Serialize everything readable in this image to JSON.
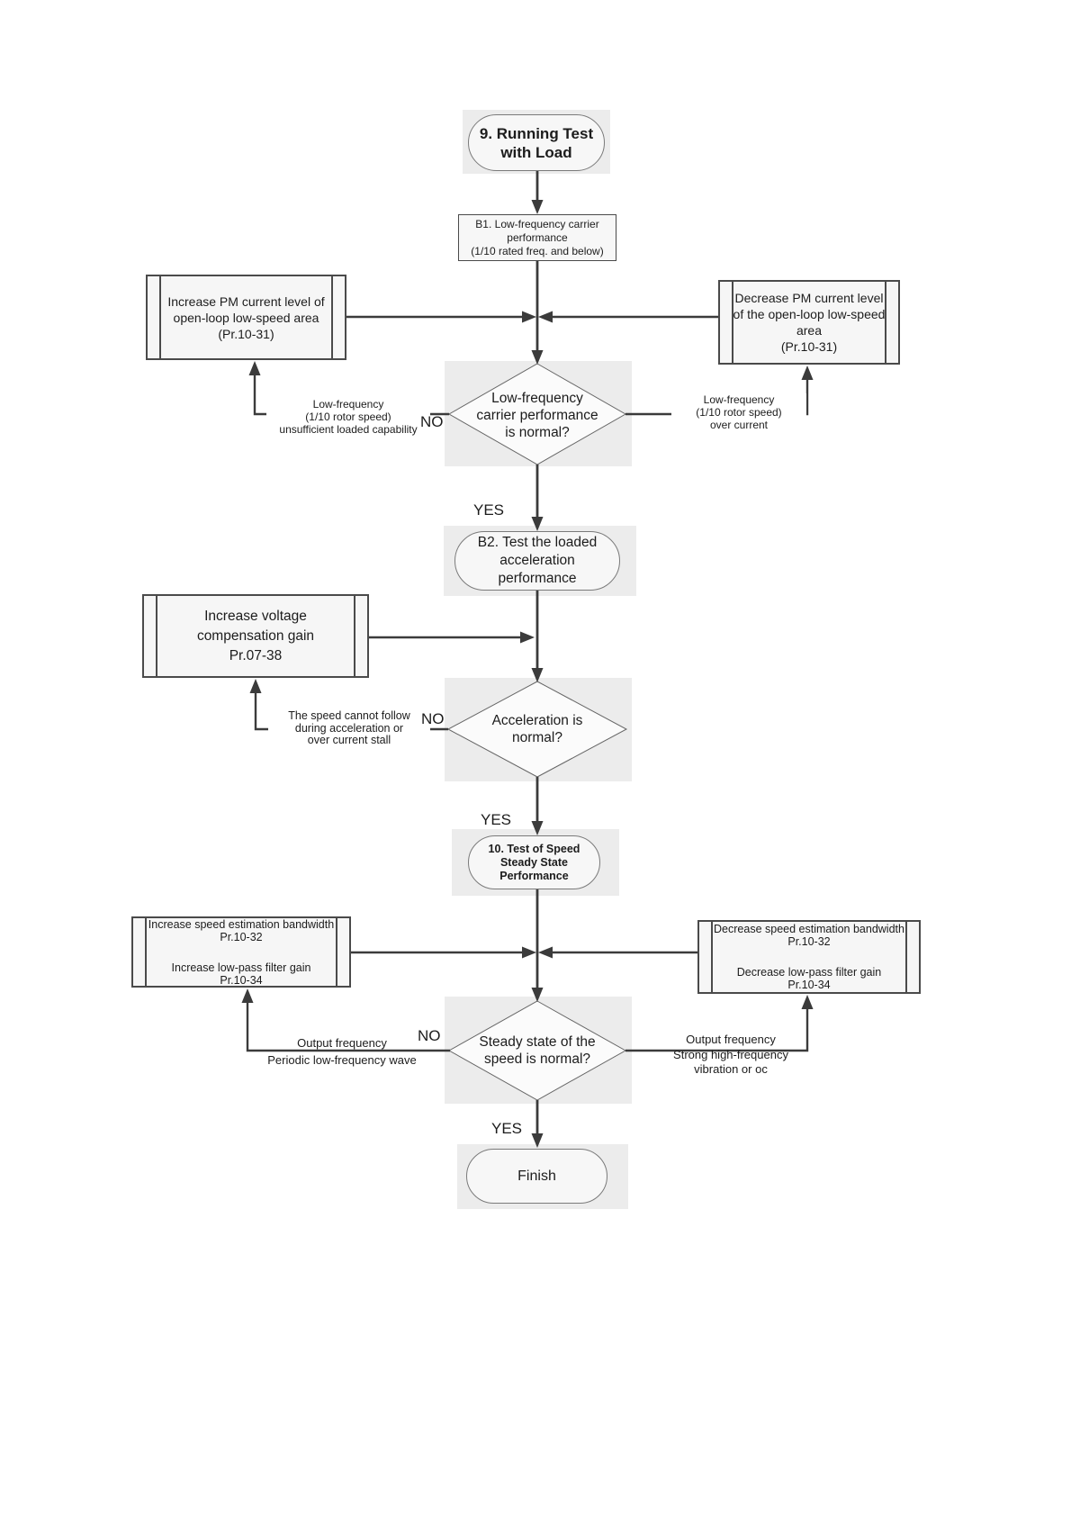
{
  "labels": {
    "yes": "YES",
    "no": "NO"
  },
  "nodes": {
    "start": {
      "lines": [
        "9. Running Test",
        "with Load"
      ]
    },
    "b1": {
      "lines": [
        "B1. Low-frequency carrier",
        "performance",
        "(1/10 rated freq. and below)"
      ]
    },
    "increase_pm": {
      "lines": [
        "Increase PM current level of",
        "open-loop low-speed area",
        "(Pr.10-31)"
      ]
    },
    "decrease_pm": {
      "lines": [
        "Decrease PM current level",
        "of the open-loop low-speed",
        "area",
        "(Pr.10-31)"
      ]
    },
    "d1": {
      "lines": [
        "Low-frequency",
        "carrier performance",
        "is normal?"
      ]
    },
    "b2": {
      "lines": [
        "B2. Test the loaded",
        "acceleration",
        "performance"
      ]
    },
    "increase_voltage": {
      "lines": [
        "Increase voltage",
        "compensation gain",
        "Pr.07-38"
      ]
    },
    "d2": {
      "lines": [
        "Acceleration is",
        "normal?"
      ]
    },
    "test10": {
      "lines": [
        "10. Test of Speed",
        "Steady State",
        "Performance"
      ]
    },
    "increase_bw": {
      "p1": [
        "Increase speed estimation bandwidth",
        "Pr.10-32"
      ],
      "p2": [
        "Increase low-pass filter gain",
        "Pr.10-34"
      ]
    },
    "decrease_bw": {
      "p1": [
        "Decrease speed estimation bandwidth",
        "Pr.10-32"
      ],
      "p2": [
        "Decrease low-pass filter gain",
        "Pr.10-34"
      ]
    },
    "d3": {
      "lines": [
        "Steady state of the",
        "speed is normal?"
      ]
    },
    "finish": {
      "lines": [
        "Finish"
      ]
    }
  },
  "notes": {
    "no1": {
      "lines": [
        "Low-frequency",
        "(1/10 rotor speed)",
        "unsufficient loaded capability"
      ]
    },
    "oc1": {
      "lines": [
        "Low-frequency",
        "(1/10 rotor speed)",
        "over current"
      ]
    },
    "no2": {
      "lines": [
        "The speed cannot follow",
        "during acceleration or",
        "over current stall"
      ]
    },
    "no3": {
      "lines": [
        "Output frequency",
        "Periodic low-frequency wave"
      ]
    },
    "oc3": {
      "lines": [
        "Output frequency",
        "Strong high-frequency",
        "vibration or oc"
      ]
    }
  },
  "colors": {
    "line": "#3b3b3b",
    "backdrop": "#ececec",
    "node_fill": "#f6f6f6",
    "border": "#4a4a4a",
    "diamond_fill": "#fbfbfb",
    "text": "#1c1c1c"
  }
}
